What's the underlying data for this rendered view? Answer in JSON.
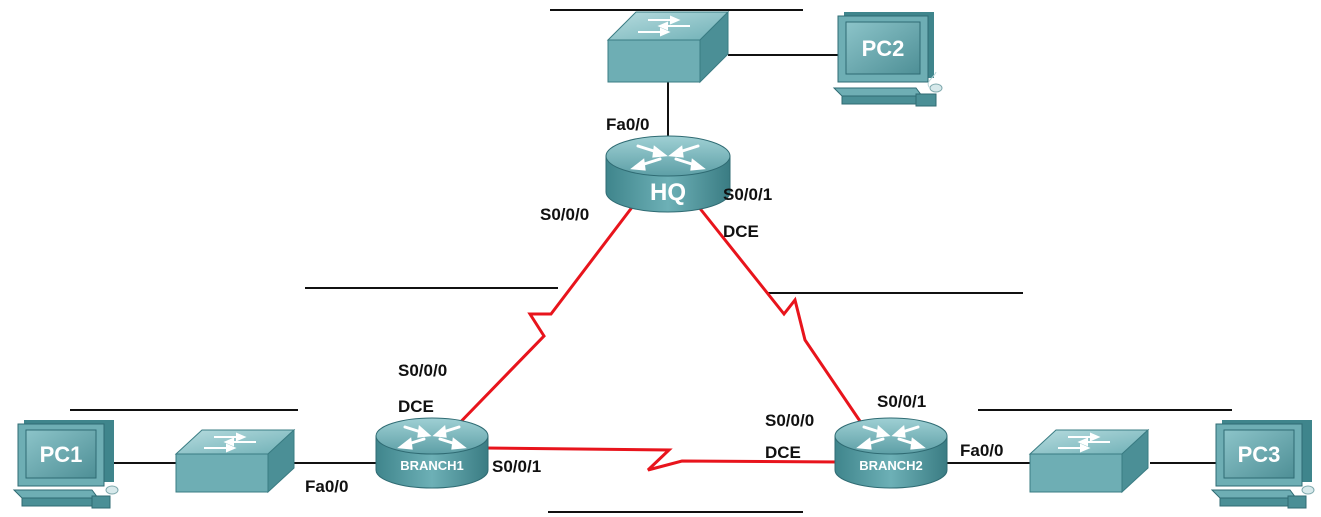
{
  "colors": {
    "serial_link": "#e8141c",
    "ethernet_link": "#111111",
    "device_body": "#5fa3aa",
    "device_dark": "#2f6b73",
    "device_light": "#a9d3d6"
  },
  "devices": {
    "hq": {
      "label": "HQ",
      "icon": "router-icon"
    },
    "branch1": {
      "label": "BRANCH1",
      "icon": "router-icon"
    },
    "branch2": {
      "label": "BRANCH2",
      "icon": "router-icon"
    },
    "pc1": {
      "label": "PC1",
      "icon": "pc-icon"
    },
    "pc2": {
      "label": "PC2",
      "icon": "pc-icon"
    },
    "pc3": {
      "label": "PC3",
      "icon": "pc-icon"
    },
    "switches": {
      "icon": "switch-icon"
    }
  },
  "interfaces": {
    "hq_fa": "Fa0/0",
    "hq_s0": "S0/0/0",
    "hq_s1": "S0/0/1",
    "hq_s1_dce": "DCE",
    "b1_s0": "S0/0/0",
    "b1_s0_dce": "DCE",
    "b1_s1": "S0/0/1",
    "b1_fa": "Fa0/0",
    "b2_s0": "S0/0/0",
    "b2_s0_dce": "DCE",
    "b2_s1": "S0/0/1",
    "b2_fa": "Fa0/0"
  }
}
